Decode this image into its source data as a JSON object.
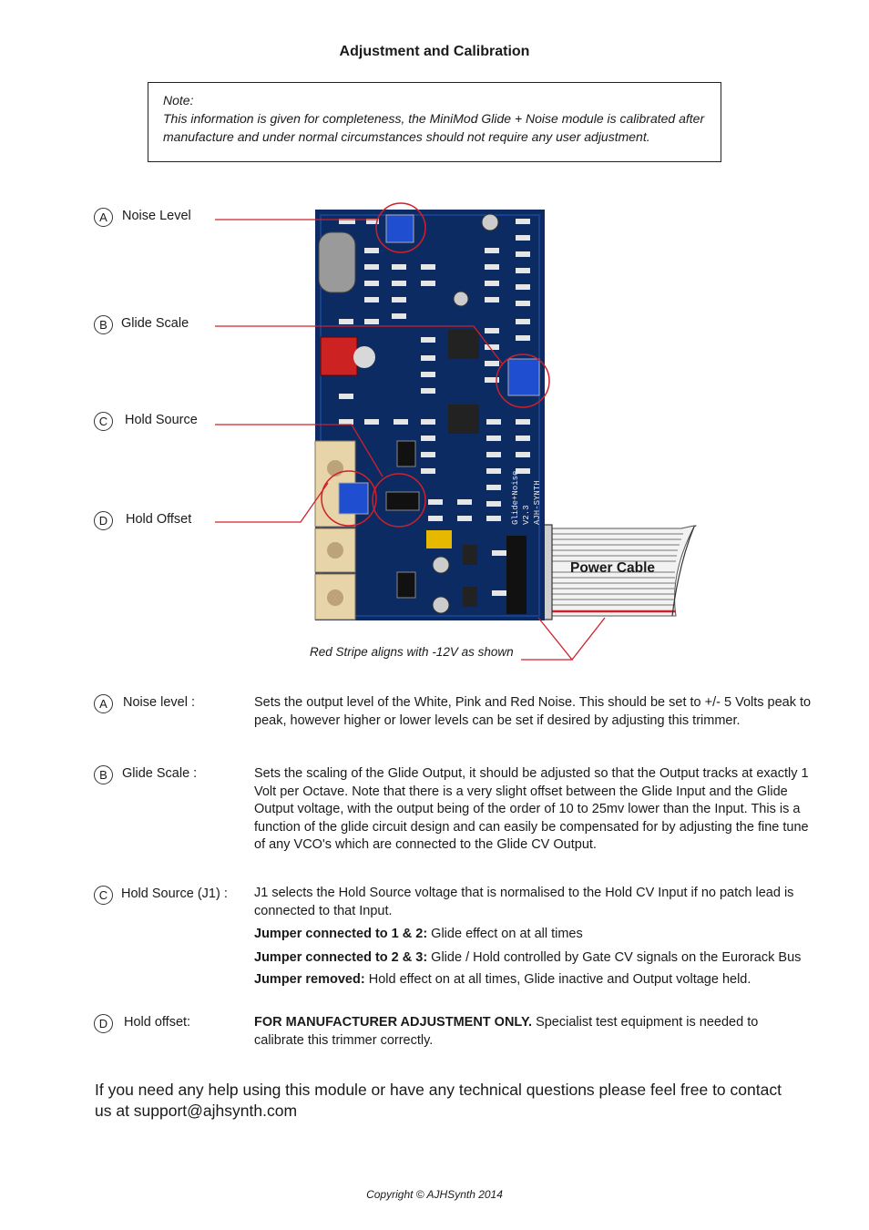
{
  "title": "Adjustment and Calibration",
  "note": {
    "heading": "Note:",
    "text": "This information is given for completeness, the MiniMod Glide + Noise module is calibrated after manufacture and under normal circumstances should not require any user adjustment."
  },
  "diagram": {
    "labels": [
      {
        "letter": "A",
        "text": "Noise Level"
      },
      {
        "letter": "B",
        "text": "Glide Scale"
      },
      {
        "letter": "C",
        "text": "Hold Source"
      },
      {
        "letter": "D",
        "text": "Hold Offset"
      }
    ],
    "power_cable": "Power Cable",
    "stripe_caption": "Red Stripe aligns with -12V as shown",
    "pcb_text": [
      "Glide+Noise",
      "V2.3",
      "AJH-SYNTH"
    ]
  },
  "descriptions": [
    {
      "letter": "A",
      "label": "Noise level :",
      "text": "Sets the output level of the White, Pink and Red Noise. This should be set to +/- 5 Volts peak to peak, however higher or lower levels can be set if desired by adjusting this trimmer."
    },
    {
      "letter": "B",
      "label": "Glide Scale :",
      "text": "Sets the scaling of the Glide Output, it should be adjusted so that the Output tracks at exactly 1 Volt per Octave. Note that there is a very slight offset between the Glide Input and the Glide Output voltage, with the output being of the order of 10 to 25mv lower than the Input. This is a function of the glide circuit design and can easily be compensated for by adjusting the fine tune of any VCO's which are connected to the Glide CV Output."
    },
    {
      "letter": "C",
      "label": "Hold Source (J1) :",
      "text": "J1 selects the Hold Source voltage that is normalised to the Hold CV Input if no patch lead is connected to that Input.",
      "jumpers": [
        {
          "bold": "Jumper connected to 1 & 2:",
          "text": " Glide effect on at all times"
        },
        {
          "bold": "Jumper connected to 2 & 3:",
          "text": " Glide / Hold controlled by Gate CV signals on the Eurorack Bus"
        },
        {
          "bold": "Jumper removed:",
          "text": " Hold effect on at all times, Glide inactive and Output voltage held."
        }
      ]
    },
    {
      "letter": "D",
      "label": "Hold offset:",
      "bold": "FOR MANUFACTURER ADJUSTMENT ONLY.",
      "text": " Specialist test equipment is needed to calibrate this trimmer correctly."
    }
  ],
  "help_text": "If you need any help using this module or have  any technical questions please feel free to contact us at support@ajhsynth.com",
  "copyright": "Copyright © AJHSynth 2014"
}
